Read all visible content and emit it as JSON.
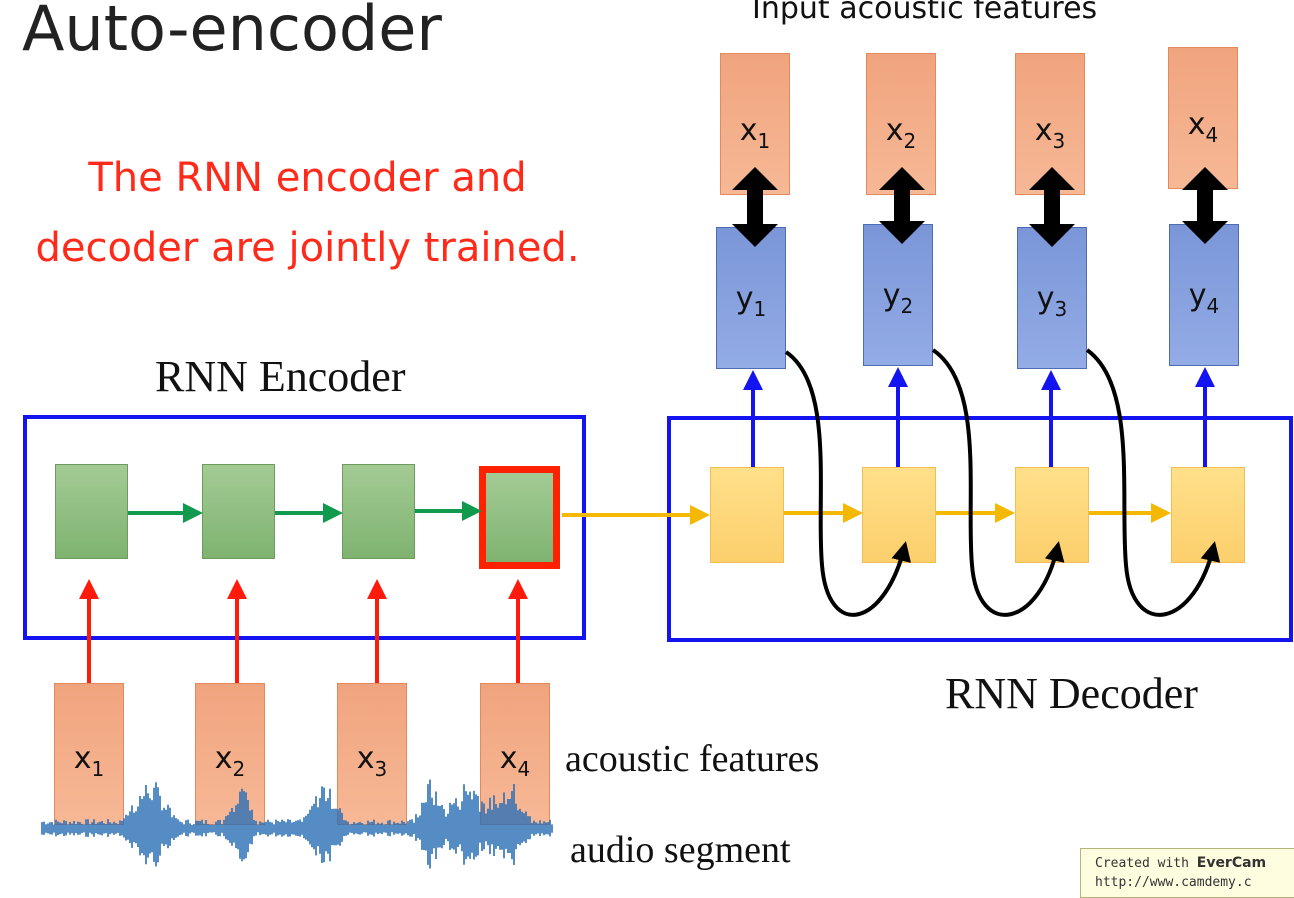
{
  "title": "Auto-encoder",
  "top_label": "Input acoustic features",
  "note": {
    "line1": "The RNN encoder and",
    "line2": "decoder are jointly trained."
  },
  "encoder": {
    "title": "RNN Encoder",
    "inputs": [
      {
        "base": "x",
        "sub": "1"
      },
      {
        "base": "x",
        "sub": "2"
      },
      {
        "base": "x",
        "sub": "3"
      },
      {
        "base": "x",
        "sub": "4"
      }
    ]
  },
  "decoder": {
    "title": "RNN Decoder",
    "outputs": [
      {
        "base": "y",
        "sub": "1"
      },
      {
        "base": "y",
        "sub": "2"
      },
      {
        "base": "y",
        "sub": "3"
      },
      {
        "base": "y",
        "sub": "4"
      }
    ],
    "targets": [
      {
        "base": "x",
        "sub": "1"
      },
      {
        "base": "x",
        "sub": "2"
      },
      {
        "base": "x",
        "sub": "3"
      },
      {
        "base": "x",
        "sub": "4"
      }
    ]
  },
  "labels": {
    "acoustic_features": "acoustic features",
    "audio_segment": "audio segment"
  },
  "watermark": {
    "prefix": "Created with ",
    "brand": "EverCam",
    "url": "http://www.camdemy.c"
  },
  "colors": {
    "note_text": "#ff2a1a",
    "frame": "#1414f0",
    "encoder_arrow": "#109a4e",
    "decoder_arrow": "#f5b800",
    "input_arrow": "#ff1a0a",
    "output_arrow": "#1414f0",
    "highlight": "#ff2200"
  }
}
